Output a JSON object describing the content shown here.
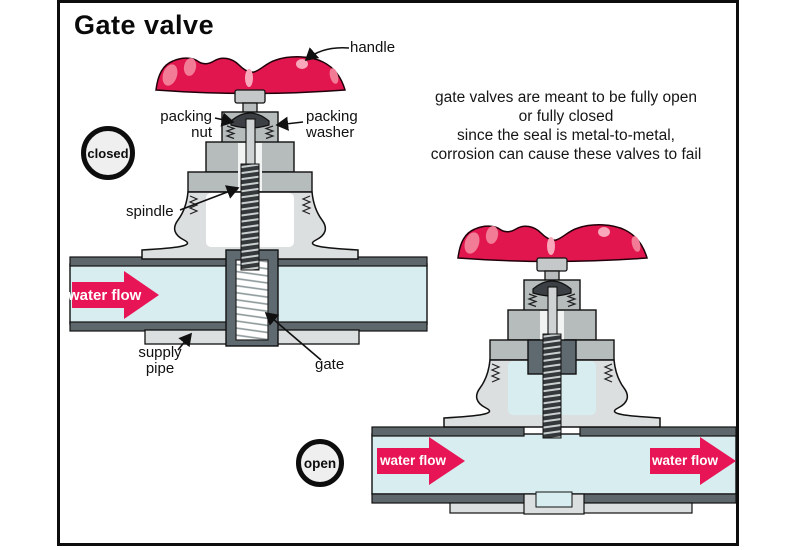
{
  "title": "Gate valve",
  "colors": {
    "handle_red": "#e2164e",
    "handle_highlight": "#f27b95",
    "handle_streak": "#f8a8ba",
    "arrow_red": "#e81556",
    "pipe_wall": "#5e686c",
    "water": "#d7edf0",
    "body_light": "#dcdfdf",
    "body_mid": "#b6bbbb",
    "gate_chamber": "#5f6a70",
    "cavity_closed": "#ffffff",
    "ink": "#101010"
  },
  "labels": {
    "handle": "handle",
    "packing_nut": {
      "line1": "packing",
      "line2": "nut"
    },
    "packing_washer": {
      "line1": "packing",
      "line2": "washer"
    },
    "spindle": "spindle",
    "supply_pipe": {
      "line1": "supply",
      "line2": "pipe"
    },
    "gate": "gate"
  },
  "badges": {
    "closed": "closed",
    "open": "open"
  },
  "notes": {
    "open_closed": {
      "line1": "gate valves are meant to be fully open",
      "line2": "or fully closed"
    },
    "corrosion": {
      "line1": "since the seal is metal-to-metal,",
      "line2": "corrosion can cause these valves to fail"
    }
  },
  "flow": {
    "closed": "water flow",
    "open_left": "water flow",
    "open_right": "water flow"
  }
}
